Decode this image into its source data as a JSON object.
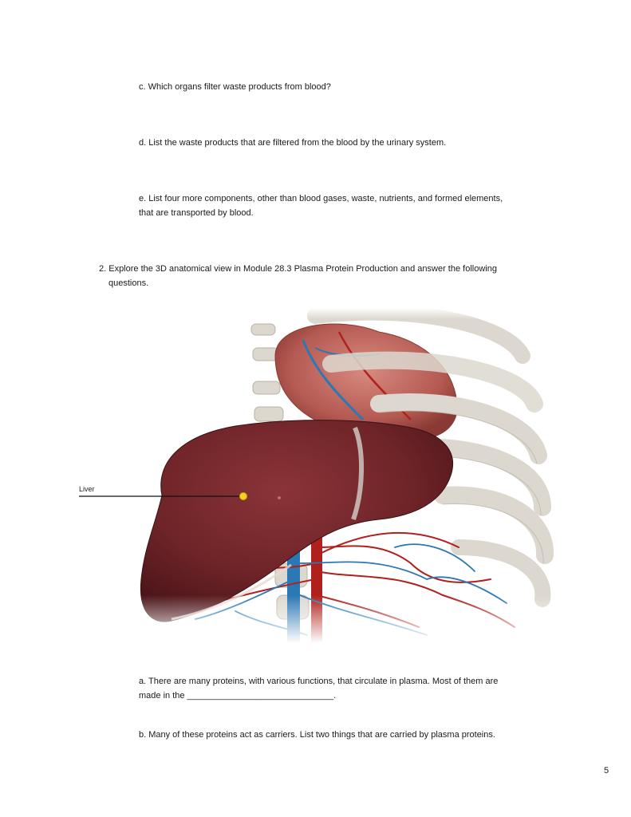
{
  "questions": {
    "c": "c. Which organs filter waste products from blood?",
    "d": "d. List the waste products that are filtered from the blood by the urinary system.",
    "e_line1": "e. List four more components, other than blood gases, waste, nutrients, and formed elements,",
    "e_line2": "that are transported by blood.",
    "q2_line1": "2. Explore the 3D anatomical view in Module 28.3 Plasma Protein Production and answer the following",
    "q2_line2": "questions.",
    "a_line1": "a. There are many proteins, with various functions, that circulate in plasma. Most of them are",
    "a_line2": "made in the ______________________________.",
    "b": "b. Many of these proteins act as carriers. List two things that are carried by plasma proteins."
  },
  "figure": {
    "label": "Liver",
    "colors": {
      "liver": "#6e2428",
      "bone": "#dcd8cf",
      "heart": "#b45a52",
      "artery": "#b0201c",
      "vein": "#2a78b4",
      "marker": "#f2d21c"
    }
  },
  "page_number": "5"
}
